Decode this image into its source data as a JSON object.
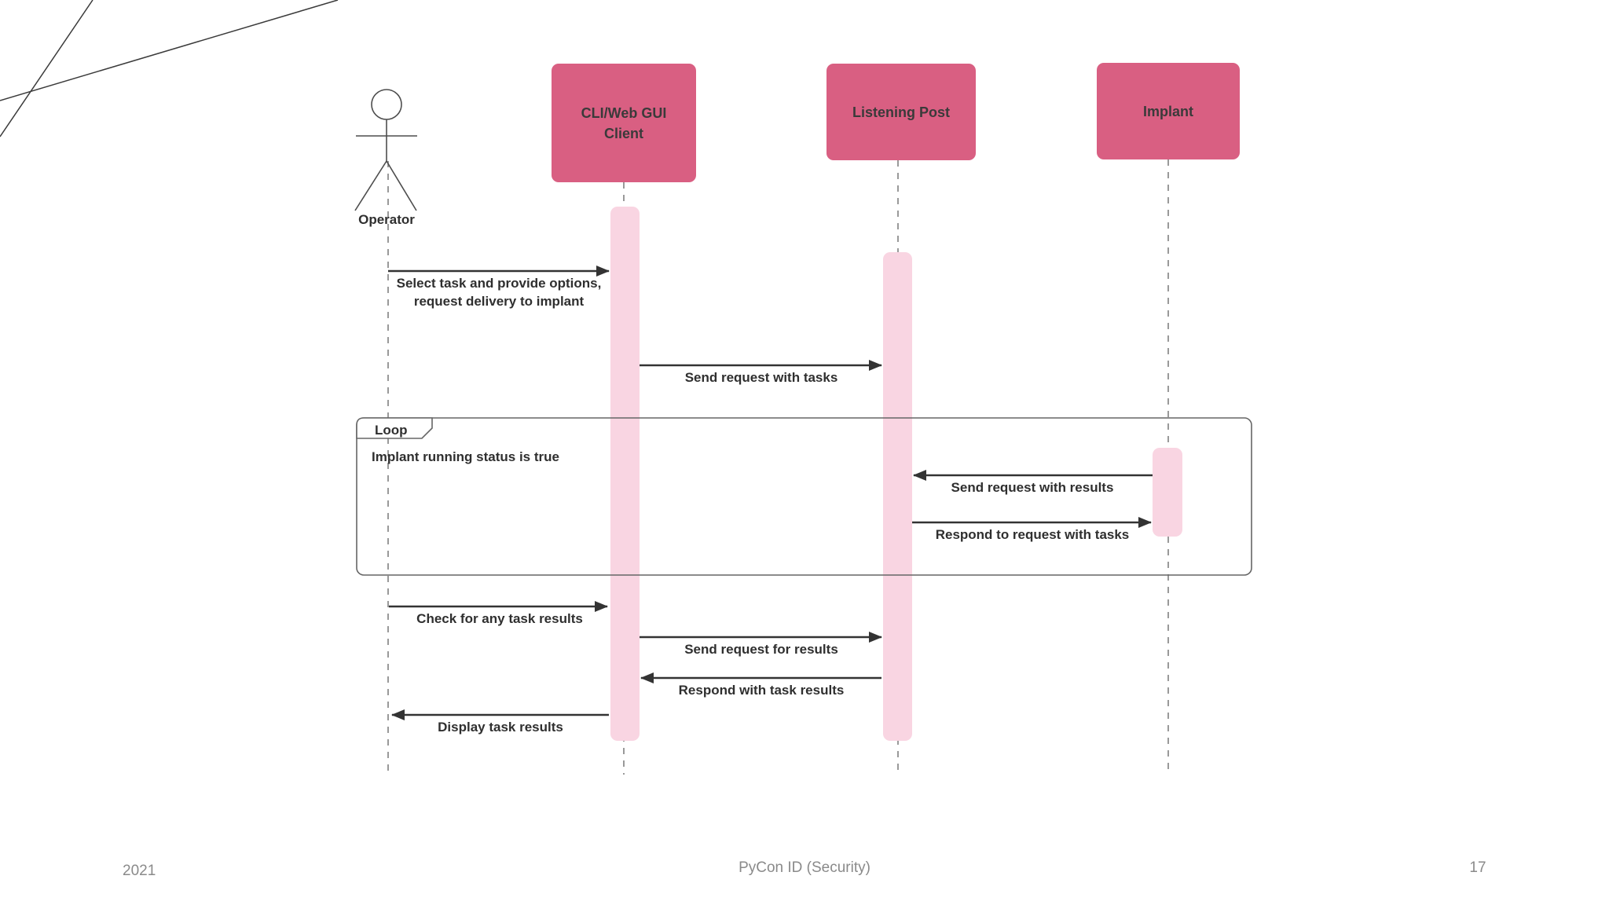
{
  "footer": {
    "year": "2021",
    "event": "PyCon ID (Security)",
    "page_number": "17"
  },
  "diagram": {
    "type": "uml-sequence-diagram",
    "actor": {
      "label": "Operator"
    },
    "participants": [
      {
        "label_line1": "CLI/Web GUI",
        "label_line2": "Client"
      },
      {
        "label_line1": "Listening Post"
      },
      {
        "label_line1": "Implant"
      }
    ],
    "loop_fragment": {
      "label": "Loop",
      "condition": "Implant running status is true"
    },
    "messages": [
      {
        "from": "Operator",
        "to": "CLI/Web GUI Client",
        "direction": "right",
        "line1": "Select task and provide options,",
        "line2": "request delivery to implant"
      },
      {
        "from": "CLI/Web GUI Client",
        "to": "Listening Post",
        "direction": "right",
        "line1": "Send request with tasks"
      },
      {
        "from": "Implant",
        "to": "Listening Post",
        "direction": "left",
        "line1": "Send request with results"
      },
      {
        "from": "Listening Post",
        "to": "Implant",
        "direction": "right",
        "line1": "Respond to request with tasks"
      },
      {
        "from": "Operator",
        "to": "CLI/Web GUI Client",
        "direction": "right",
        "line1": "Check for any task results"
      },
      {
        "from": "CLI/Web GUI Client",
        "to": "Listening Post",
        "direction": "right",
        "line1": "Send request for results"
      },
      {
        "from": "Listening Post",
        "to": "CLI/Web GUI Client",
        "direction": "left",
        "line1": "Respond with task results"
      },
      {
        "from": "CLI/Web GUI Client",
        "to": "Operator",
        "direction": "left",
        "line1": "Display task results"
      }
    ],
    "colors": {
      "participant_fill": "#d95f82",
      "activation_fill": "#f9d5e2",
      "label_text": "#3a3a3a",
      "arrow": "#333333",
      "lifeline": "#808080",
      "frame_border": "#666666",
      "footer_text": "#8a8a8a"
    }
  }
}
